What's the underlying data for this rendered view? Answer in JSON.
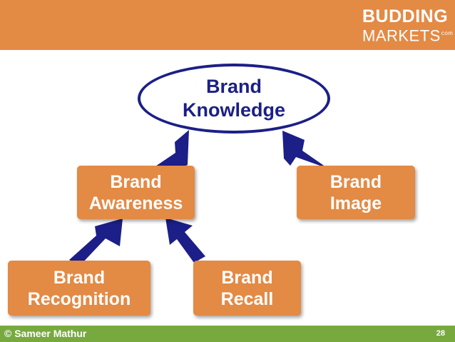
{
  "header": {
    "logo_line1": "BUDDING",
    "logo_line2": "MARKETS",
    "logo_small": "com"
  },
  "diagram": {
    "top": {
      "line1": "Brand",
      "line2": "Knowledge"
    },
    "awareness": {
      "line1": "Brand",
      "line2": "Awareness"
    },
    "image": {
      "line1": "Brand",
      "line2": "Image"
    },
    "recognition": {
      "line1": "Brand",
      "line2": "Recognition"
    },
    "recall": {
      "line1": "Brand",
      "line2": "Recall"
    }
  },
  "footer": {
    "copyright": "© Sameer Mathur",
    "page_number": "28"
  },
  "colors": {
    "orange": "#e38a45",
    "navy": "#1b1f87",
    "green": "#78a93e"
  }
}
